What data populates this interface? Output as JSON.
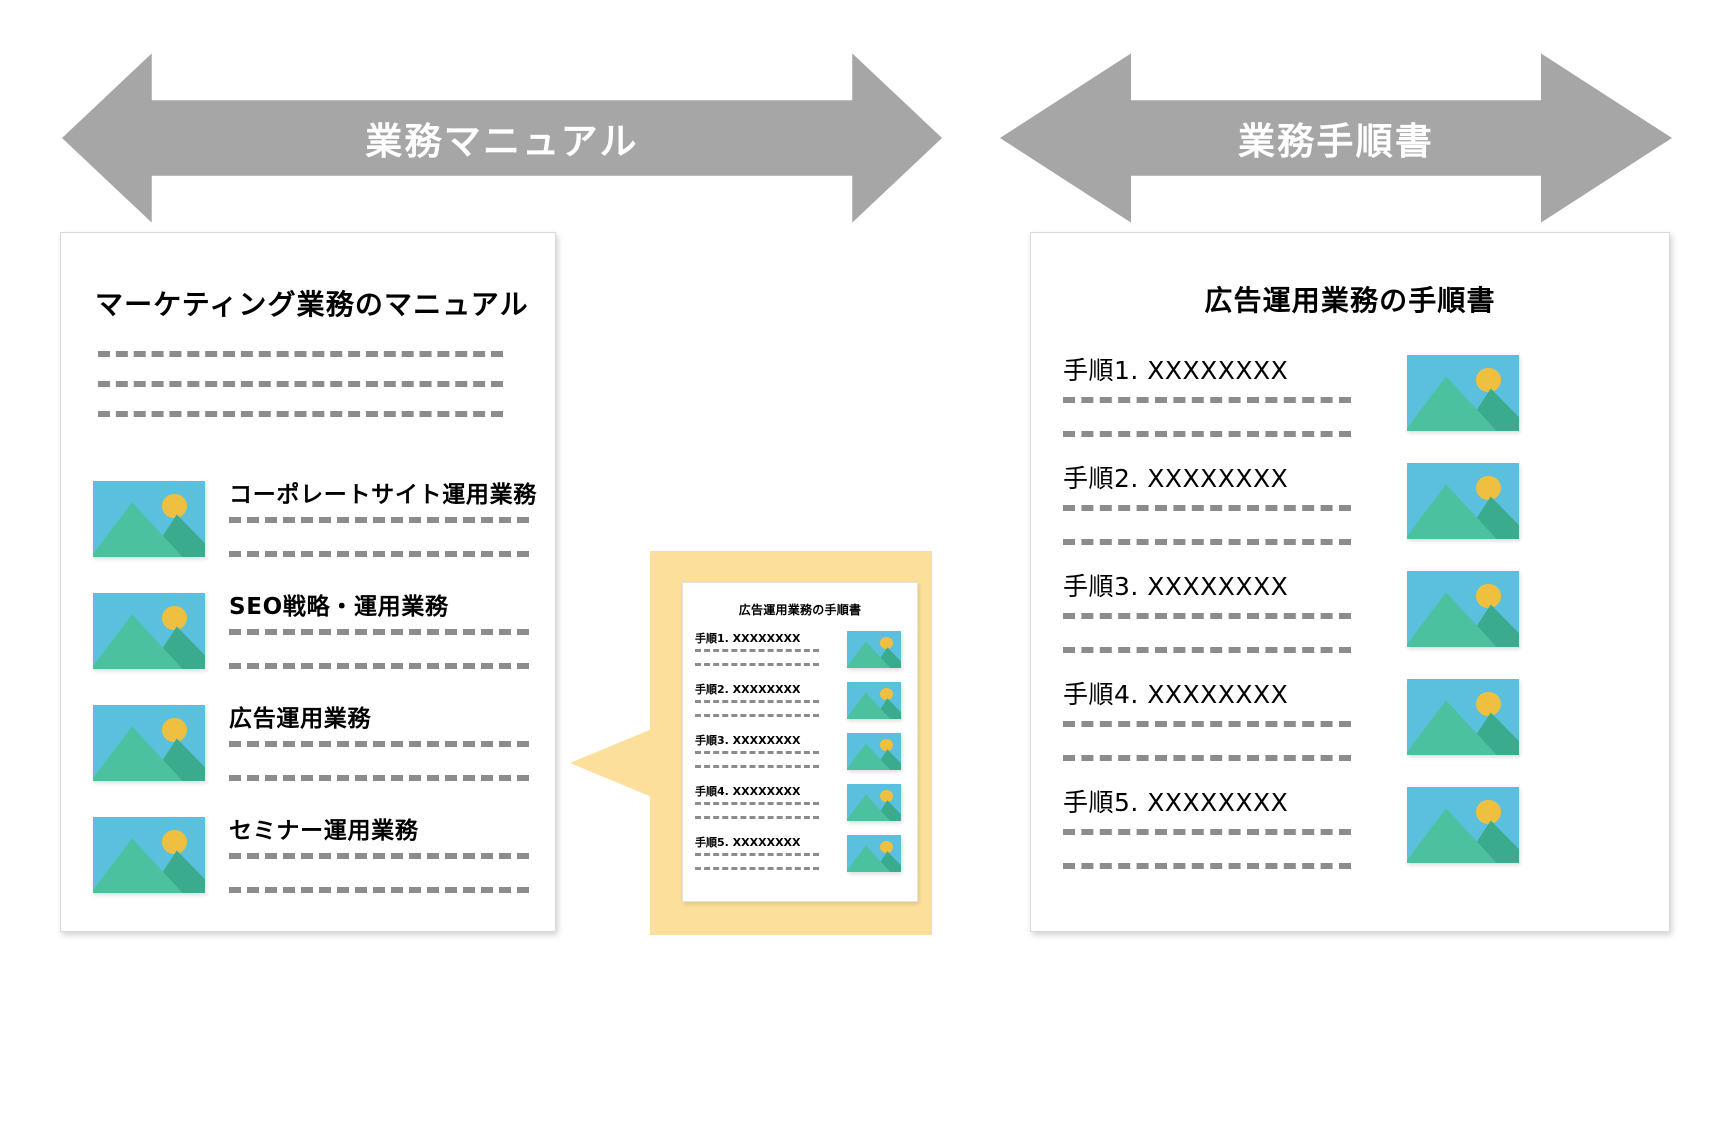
{
  "banners": [
    {
      "id": "manual",
      "label": "業務マニュアル",
      "style": "double-arrow",
      "color": "#a6a6a6"
    },
    {
      "id": "procedure",
      "label": "業務手順書",
      "style": "double-arrow",
      "color": "#a6a6a6"
    }
  ],
  "manual_doc": {
    "title": "マーケティング業務のマニュアル",
    "intro_rule_count": 3,
    "items": [
      {
        "icon": "image-placeholder-icon",
        "label": "コーポレートサイト運用業務"
      },
      {
        "icon": "image-placeholder-icon",
        "label": "SEO戦略・運用業務"
      },
      {
        "icon": "image-placeholder-icon",
        "label": "広告運用業務"
      },
      {
        "icon": "image-placeholder-icon",
        "label": "セミナー運用業務"
      }
    ]
  },
  "procedure_doc": {
    "title": "広告運用業務の手順書",
    "steps": [
      {
        "label": "手順1. XXXXXXXX",
        "icon": "image-placeholder-icon"
      },
      {
        "label": "手順2. XXXXXXXX",
        "icon": "image-placeholder-icon"
      },
      {
        "label": "手順3. XXXXXXXX",
        "icon": "image-placeholder-icon"
      },
      {
        "label": "手順4. XXXXXXXX",
        "icon": "image-placeholder-icon"
      },
      {
        "label": "手順5. XXXXXXXX",
        "icon": "image-placeholder-icon"
      }
    ]
  },
  "callout": {
    "background_color": "#fbdf9b",
    "points_to": "広告運用業務",
    "mini_doc": {
      "title": "広告運用業務の手順書",
      "steps": [
        {
          "label": "手順1. XXXXXXXX",
          "icon": "image-placeholder-icon"
        },
        {
          "label": "手順2. XXXXXXXX",
          "icon": "image-placeholder-icon"
        },
        {
          "label": "手順3. XXXXXXXX",
          "icon": "image-placeholder-icon"
        },
        {
          "label": "手順4. XXXXXXXX",
          "icon": "image-placeholder-icon"
        },
        {
          "label": "手順5. XXXXXXXX",
          "icon": "image-placeholder-icon"
        }
      ]
    }
  },
  "palette": {
    "arrow_gray": "#a6a6a6",
    "callout_yellow": "#fbdf9b",
    "icon_sky": "#5bc0de",
    "icon_mountain_front": "#4cc1a0",
    "icon_mountain_back": "#3aab8d",
    "icon_sun": "#efc040",
    "rule_gray": "#8c8c8c",
    "card_border": "#d9d9d9",
    "page_background": "#ffffff"
  }
}
